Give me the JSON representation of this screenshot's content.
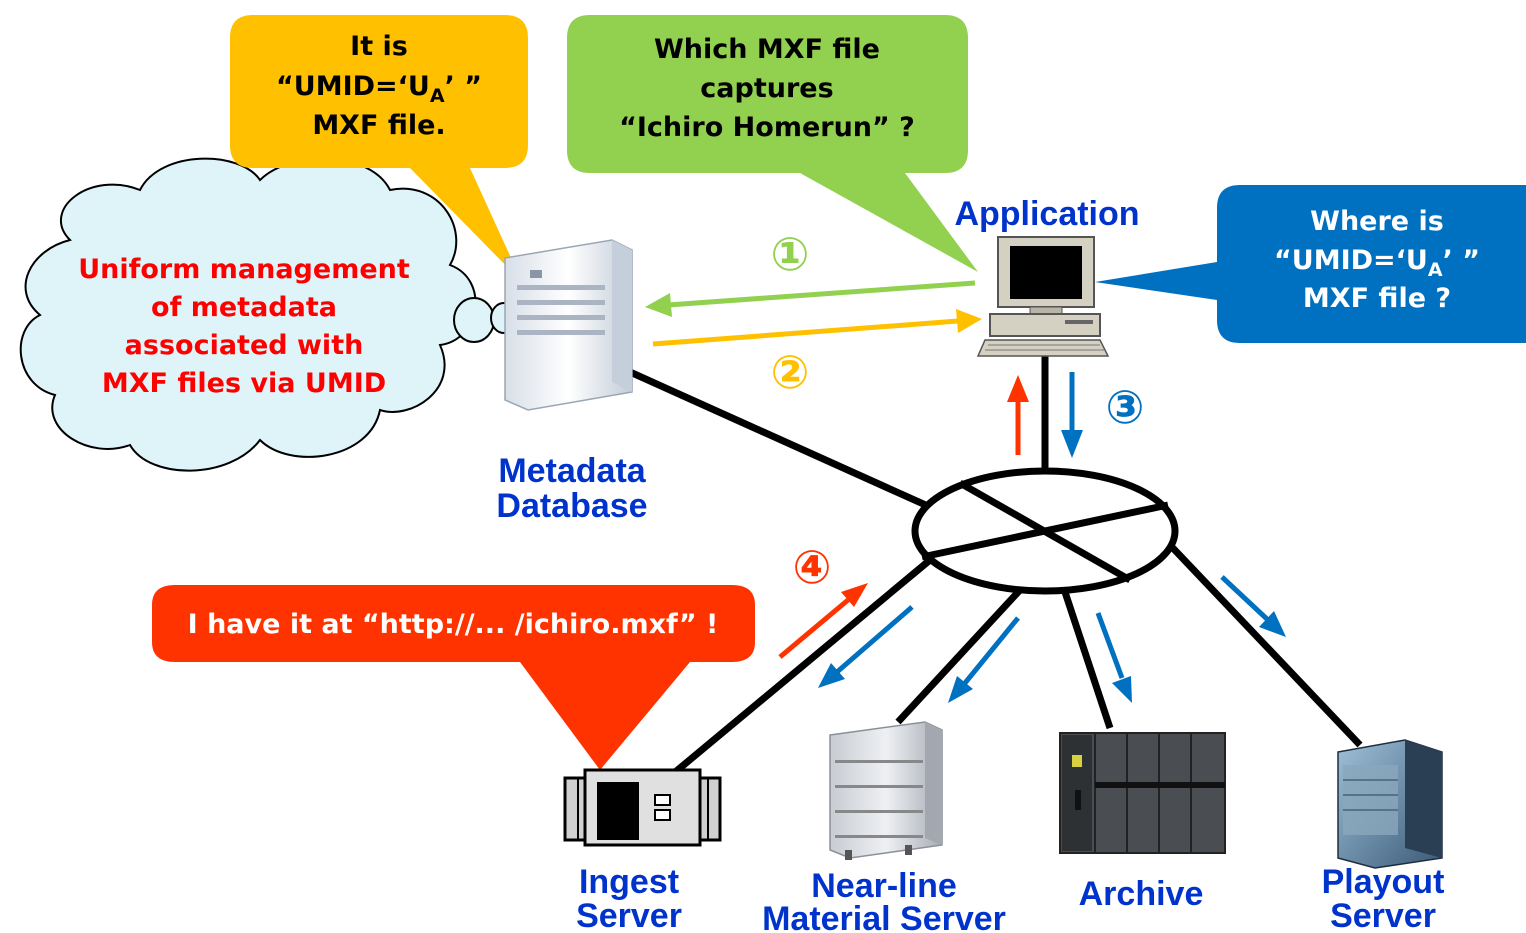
{
  "colors": {
    "yellow_bubble": "#FFC000",
    "green_bubble": "#92D050",
    "blue_bubble": "#0070C0",
    "red_bubble": "#FF3300",
    "cloud_fill": "#DFF4F8",
    "label_blue": "#0033CC",
    "arrow_green": "#92D050",
    "arrow_yellow": "#FFC000",
    "arrow_blue": "#0070C0",
    "arrow_red": "#FF3300",
    "cloud_text": "#FF0000"
  },
  "bubbles": {
    "yellow": {
      "line1": "It is",
      "line2_pre": "“UMID=‘U",
      "line2_sub": "A",
      "line2_post": "’ ”",
      "line3": "MXF file."
    },
    "green": {
      "line1": "Which MXF file",
      "line2": "captures",
      "line3": "“Ichiro Homerun” ?"
    },
    "blue": {
      "line1": "Where is",
      "line2_pre": "“UMID=‘U",
      "line2_sub": "A",
      "line2_post": "’ ”",
      "line3": "MXF file ?"
    },
    "red": {
      "text": "I have it at “http://... /ichiro.mxf” !"
    }
  },
  "cloud": {
    "line1": "Uniform management",
    "line2": "of metadata",
    "line3": "associated with",
    "line4": "MXF files via UMID"
  },
  "labels": {
    "application": "Application",
    "metadata_db_1": "Metadata",
    "metadata_db_2": "Database",
    "ingest_1": "Ingest",
    "ingest_2": "Server",
    "nearline_1": "Near-line",
    "nearline_2": "Material Server",
    "archive": "Archive",
    "playout_1": "Playout",
    "playout_2": "Server"
  },
  "steps": [
    "①",
    "②",
    "③",
    "④"
  ],
  "icons": {
    "application": "desktop-computer-icon",
    "metadata_db": "tower-server-icon",
    "ingest": "rack-server-icon",
    "nearline": "storage-server-icon",
    "archive": "tape-library-icon",
    "playout": "server-cabinet-icon",
    "network": "network-hub-icon"
  }
}
